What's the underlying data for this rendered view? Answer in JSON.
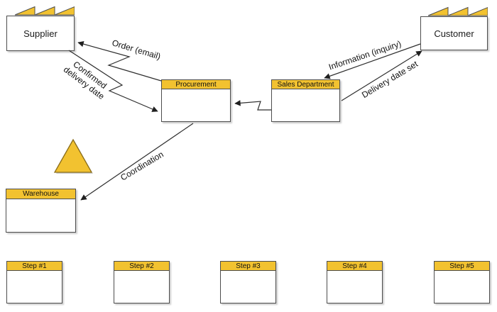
{
  "colors": {
    "accent_yellow": "#F2C230",
    "line": "#2e2e2e",
    "box_border": "#4d4d4d",
    "background": "#ffffff"
  },
  "entities": {
    "supplier": {
      "label": "Supplier"
    },
    "customer": {
      "label": "Customer"
    }
  },
  "org_units": {
    "procurement": {
      "label": "Procurement"
    },
    "sales": {
      "label": "Sales Department"
    },
    "warehouse": {
      "label": "Warehouse"
    }
  },
  "steps": [
    {
      "label": "Step #1"
    },
    {
      "label": "Step #2"
    },
    {
      "label": "Step #3"
    },
    {
      "label": "Step #4"
    },
    {
      "label": "Step #5"
    }
  ],
  "edge_labels": {
    "order": "Order (email)",
    "confirmed_delivery": "Confirmed\ndelivery date",
    "information": "Information (inquiry)",
    "delivery_date_set": "Delivery date set",
    "coordination": "Coordination"
  }
}
